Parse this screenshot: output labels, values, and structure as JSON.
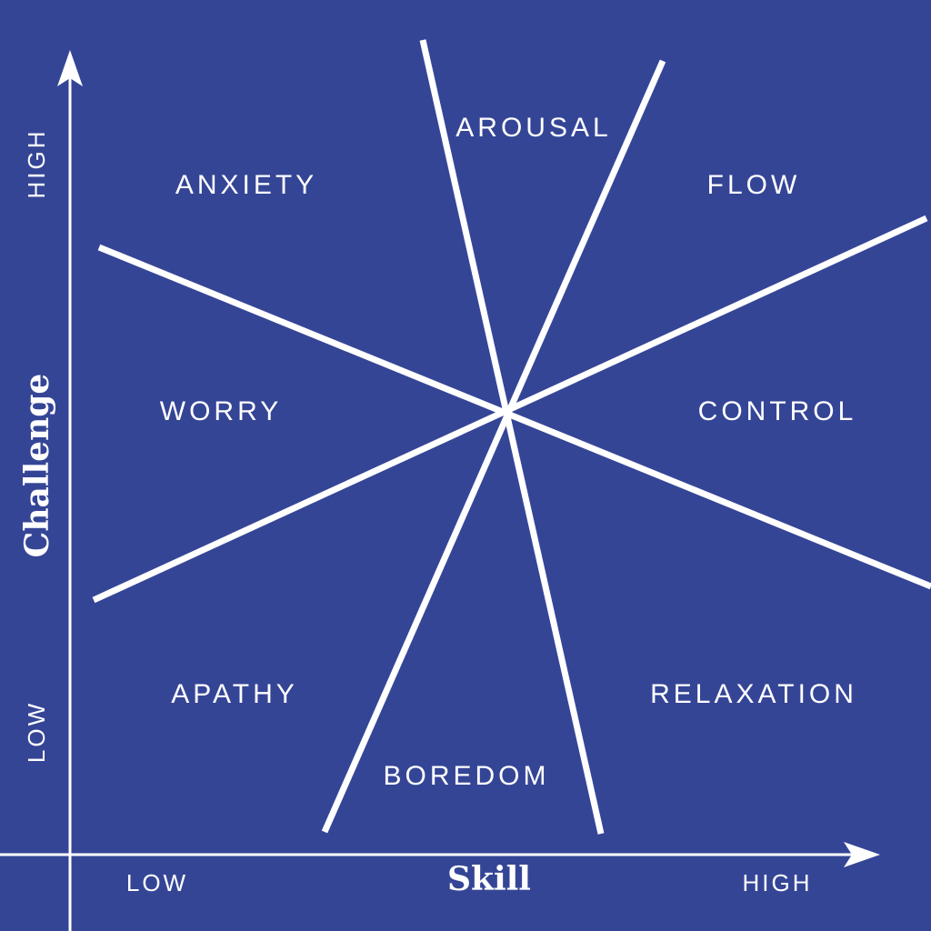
{
  "colors": {
    "background": "#354596",
    "foreground": "#ffffff"
  },
  "states": {
    "arousal": "AROUSAL",
    "anxiety": "ANXIETY",
    "flow": "FLOW",
    "worry": "WORRY",
    "control": "CONTROL",
    "apathy": "APATHY",
    "relaxation": "RELAXATION",
    "boredom": "BOREDOM"
  },
  "y_axis": {
    "title": "Challenge",
    "high": "HIGH",
    "low": "LOW"
  },
  "x_axis": {
    "title": "Skill",
    "low": "LOW",
    "high": "HIGH"
  }
}
